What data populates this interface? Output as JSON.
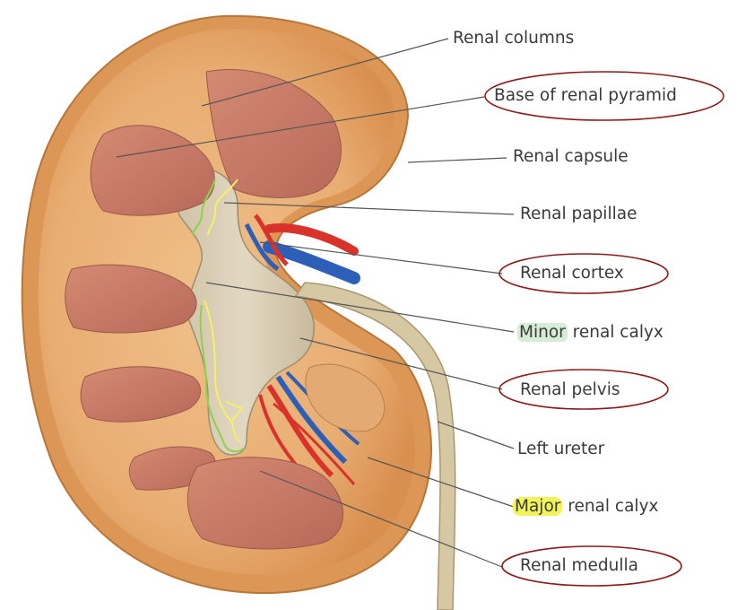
{
  "labels": {
    "renal_columns": "Renal columns",
    "base_of_renal_pyramid": "Base of renal pyramid",
    "renal_capsule": "Renal capsule",
    "renal_papillae": "Renal papillae",
    "renal_cortex": "Renal cortex",
    "minor_renal_calyx_part1": "Minor",
    "minor_renal_calyx_part2": " renal calyx",
    "renal_pelvis": "Renal pelvis",
    "left_ureter": "Left ureter",
    "major_renal_calyx_part1": "Major",
    "major_renal_calyx_part2": " renal calyx",
    "renal_medulla": "Renal medulla"
  },
  "colors": {
    "capsule": "#e6a468",
    "cortex": "#e8b27a",
    "pyramid": "#c97b66",
    "pyramid_dark": "#a85a4c",
    "pelvis": "#d8ccb2",
    "artery": "#d9322a",
    "vein": "#2d5fb8",
    "leader_line": "#555555",
    "circle_outline": "#8b1a1a",
    "green_trace": "#8fd14f",
    "yellow_trace": "#f6ef6a"
  }
}
